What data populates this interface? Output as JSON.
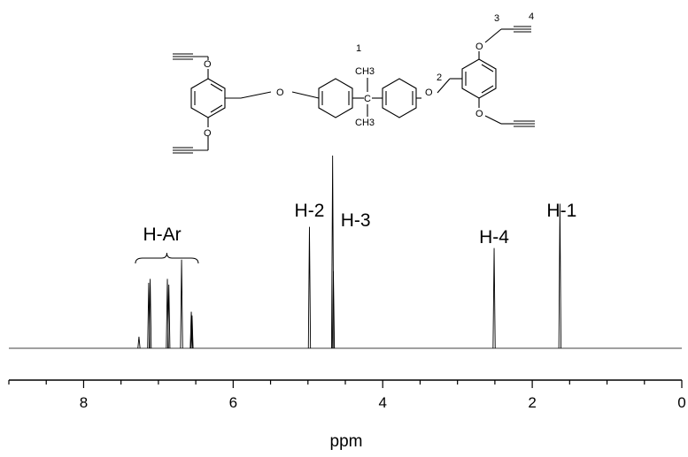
{
  "chart_data": {
    "type": "line",
    "xlabel": "ppm",
    "xlim": [
      9,
      0
    ],
    "x_reversed": true,
    "x_ticks": [
      8,
      6,
      4,
      2,
      0
    ],
    "grid": false,
    "series": [
      {
        "peaks": [
          {
            "ppm": 7.26,
            "height": 0.06
          },
          {
            "ppm": 7.13,
            "height": 0.34
          },
          {
            "ppm": 7.11,
            "height": 0.36
          },
          {
            "ppm": 6.88,
            "height": 0.36
          },
          {
            "ppm": 6.86,
            "height": 0.33
          },
          {
            "ppm": 6.69,
            "height": 0.46
          },
          {
            "ppm": 6.56,
            "height": 0.19
          },
          {
            "ppm": 6.55,
            "height": 0.17
          },
          {
            "ppm": 4.98,
            "height": 0.63
          },
          {
            "ppm": 4.67,
            "height": 1.0
          },
          {
            "ppm": 4.66,
            "height": 0.4
          },
          {
            "ppm": 2.51,
            "height": 0.52
          },
          {
            "ppm": 1.63,
            "height": 0.75
          }
        ]
      }
    ],
    "annotations": [
      {
        "text": "H-Ar",
        "ppm": 6.95,
        "bracket": [
          7.26,
          6.49
        ]
      },
      {
        "text": "H-2",
        "ppm": 4.98
      },
      {
        "text": "H-3",
        "ppm": 4.67
      },
      {
        "text": "H-4",
        "ppm": 2.51
      },
      {
        "text": "H-1",
        "ppm": 1.63
      }
    ]
  },
  "structure": {
    "atoms": {
      "oxygen": "O",
      "methyl": "CH3",
      "carbon": "C"
    },
    "locants": {
      "n1": "1",
      "n2": "2",
      "n3": "3",
      "n4": "4"
    }
  }
}
